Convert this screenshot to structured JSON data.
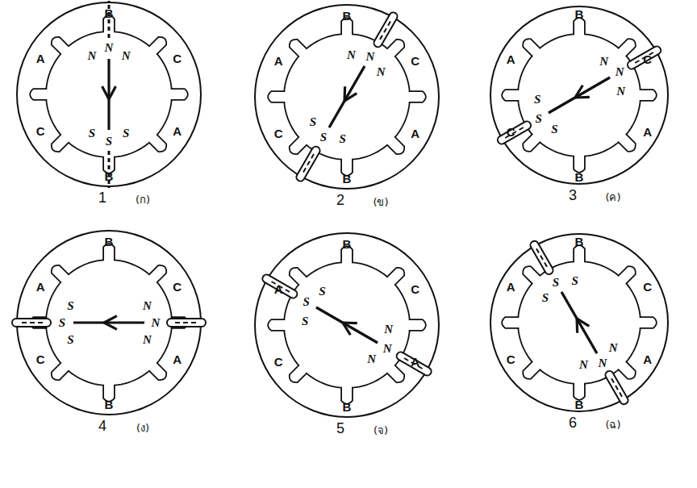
{
  "diagram": {
    "labels": [
      "B",
      "A",
      "C",
      "C",
      "A",
      "B",
      "N",
      "N",
      "N",
      "S",
      "S",
      "S",
      "1",
      "(ก)",
      "B",
      "A",
      "C",
      "C",
      "A",
      "B",
      "N",
      "N",
      "N",
      "S",
      "S",
      "S",
      "2",
      "(ข)",
      "B",
      "A",
      "C",
      "C",
      "A",
      "B",
      "N",
      "N",
      "N",
      "S",
      "S",
      "S",
      "3",
      "(ค)",
      "B",
      "A",
      "C",
      "C",
      "A",
      "B",
      "N",
      "N",
      "N",
      "S",
      "S",
      "S",
      "4",
      "(ง)",
      "B",
      "A",
      "C",
      "C",
      "A",
      "B",
      "N",
      "N",
      "N",
      "S",
      "S",
      "S",
      "5",
      "(จ)",
      "B",
      "A",
      "C",
      "C",
      "A",
      "B",
      "N",
      "N",
      "N",
      "S",
      "S",
      "S",
      "6",
      "(ฉ)"
    ]
  }
}
